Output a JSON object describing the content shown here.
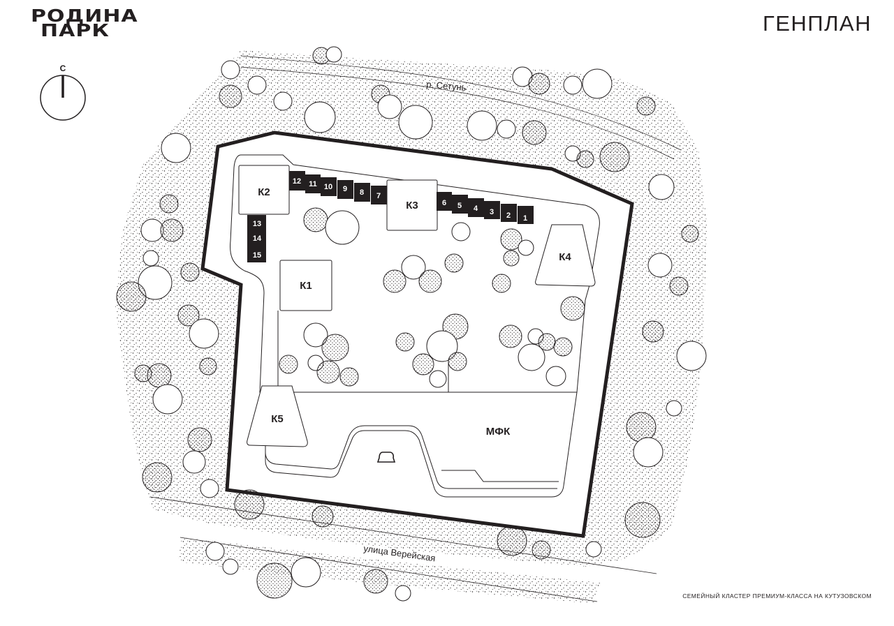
{
  "brand": {
    "line1": "РОДИНА",
    "line2": "ПАРК"
  },
  "title": "ГЕНПЛАН",
  "compass": {
    "label": "С"
  },
  "labels": {
    "river": "р. Сетунь",
    "street": "улица Верейская",
    "k1": "К1",
    "k2": "К2",
    "k3": "К3",
    "k4": "К4",
    "k5": "К5",
    "mfk": "МФК"
  },
  "townhouses": [
    "1",
    "2",
    "3",
    "4",
    "5",
    "6",
    "7",
    "8",
    "9",
    "10",
    "11",
    "12",
    "13",
    "14",
    "15"
  ],
  "footer": "СЕМЕЙНЫЙ КЛАСТЕР ПРЕМИУМ-КЛАССА НА КУТУЗОВСКОМ",
  "colors": {
    "ink": "#231f20",
    "background": "#ffffff"
  }
}
